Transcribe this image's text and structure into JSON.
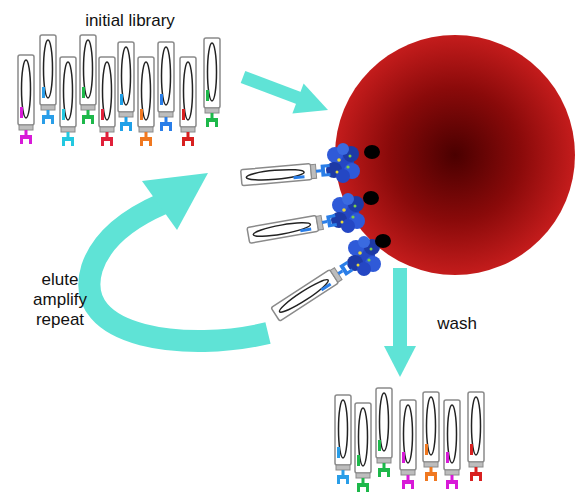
{
  "diagram": {
    "labels": [
      "initial library",
      "wash",
      "elute amplify repeat"
    ]
  }
}
